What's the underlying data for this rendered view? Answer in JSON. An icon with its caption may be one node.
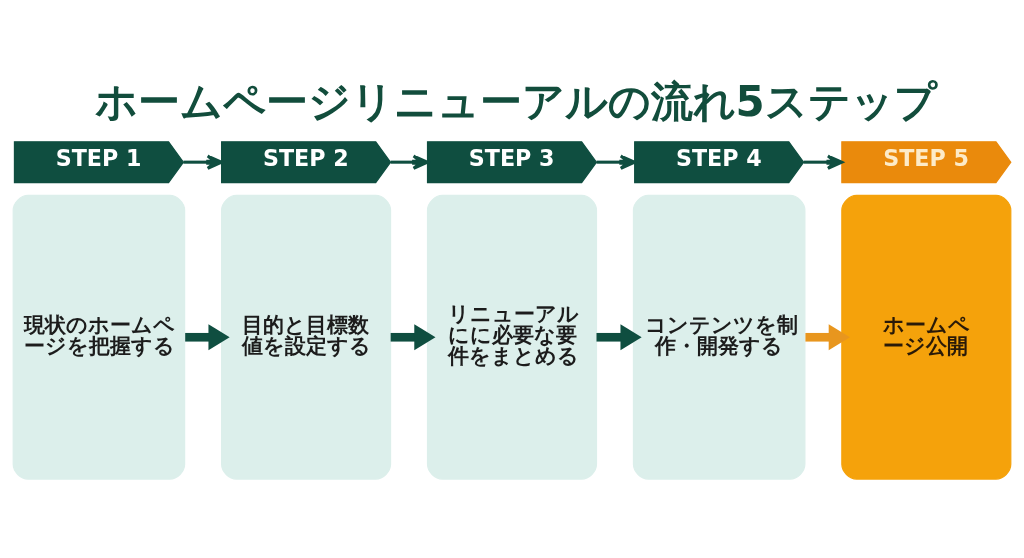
{
  "diagram": {
    "title": "ホームページリニューアルの流れ5ステップ",
    "nodes": [
      {
        "text": [
          "STEP 1"
        ]
      },
      {
        "text": [
          "現状のホームページを把握する"
        ]
      },
      {
        "text": [
          "STEP 2"
        ]
      },
      {
        "text": [
          "目的と目標数値を設定する"
        ]
      },
      {
        "text": [
          "STEP 3"
        ]
      },
      {
        "text": [
          "リニューアルにに必要な要件をまとめる"
        ]
      },
      {
        "text": [
          "STEP 4"
        ]
      },
      {
        "text": [
          "コンテンツを制作・開発する"
        ]
      },
      {
        "text": [
          "STEP 5"
        ]
      },
      {
        "text": [
          "ホームページ公開"
        ]
      }
    ],
    "edges": [
      {
        "from": 0,
        "to": 2,
        "arrow": "to"
      },
      {
        "from": 2,
        "to": 4,
        "arrow": "to"
      },
      {
        "from": 4,
        "to": 6,
        "arrow": "to"
      },
      {
        "from": 6,
        "to": 8,
        "arrow": "to"
      },
      {
        "from": 1,
        "to": 3,
        "arrow": "to",
        "style": "thick"
      },
      {
        "from": 3,
        "to": 5,
        "arrow": "to",
        "style": "thick"
      },
      {
        "from": 5,
        "to": 7,
        "arrow": "to",
        "style": "thick"
      },
      {
        "from": 7,
        "to": 9,
        "arrow": "to",
        "style": "thick",
        "color": "#e8961e"
      }
    ]
  }
}
